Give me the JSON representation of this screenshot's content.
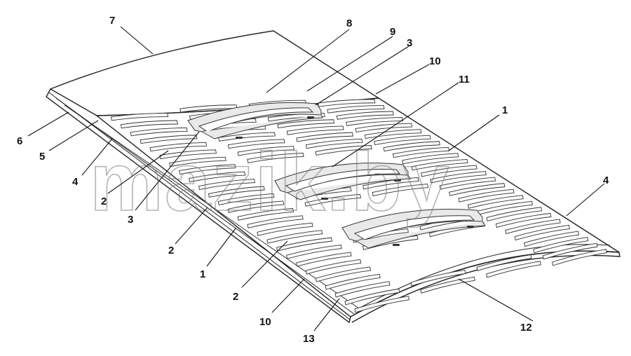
{
  "watermark": "mazik.by",
  "callouts": [
    {
      "id": "c7a",
      "label": "7"
    },
    {
      "id": "c8",
      "label": "8"
    },
    {
      "id": "c9",
      "label": "9"
    },
    {
      "id": "c3a",
      "label": "3"
    },
    {
      "id": "c10a",
      "label": "10"
    },
    {
      "id": "c11",
      "label": "11"
    },
    {
      "id": "c1a",
      "label": "1"
    },
    {
      "id": "c6",
      "label": "6"
    },
    {
      "id": "c5",
      "label": "5"
    },
    {
      "id": "c4a",
      "label": "4"
    },
    {
      "id": "c2a",
      "label": "2"
    },
    {
      "id": "c3b",
      "label": "3"
    },
    {
      "id": "c4b",
      "label": "4"
    },
    {
      "id": "c2b",
      "label": "2"
    },
    {
      "id": "c1b",
      "label": "1"
    },
    {
      "id": "c2c",
      "label": "2"
    },
    {
      "id": "c10b",
      "label": "10"
    },
    {
      "id": "c13",
      "label": "13"
    },
    {
      "id": "c12",
      "label": "12"
    }
  ]
}
